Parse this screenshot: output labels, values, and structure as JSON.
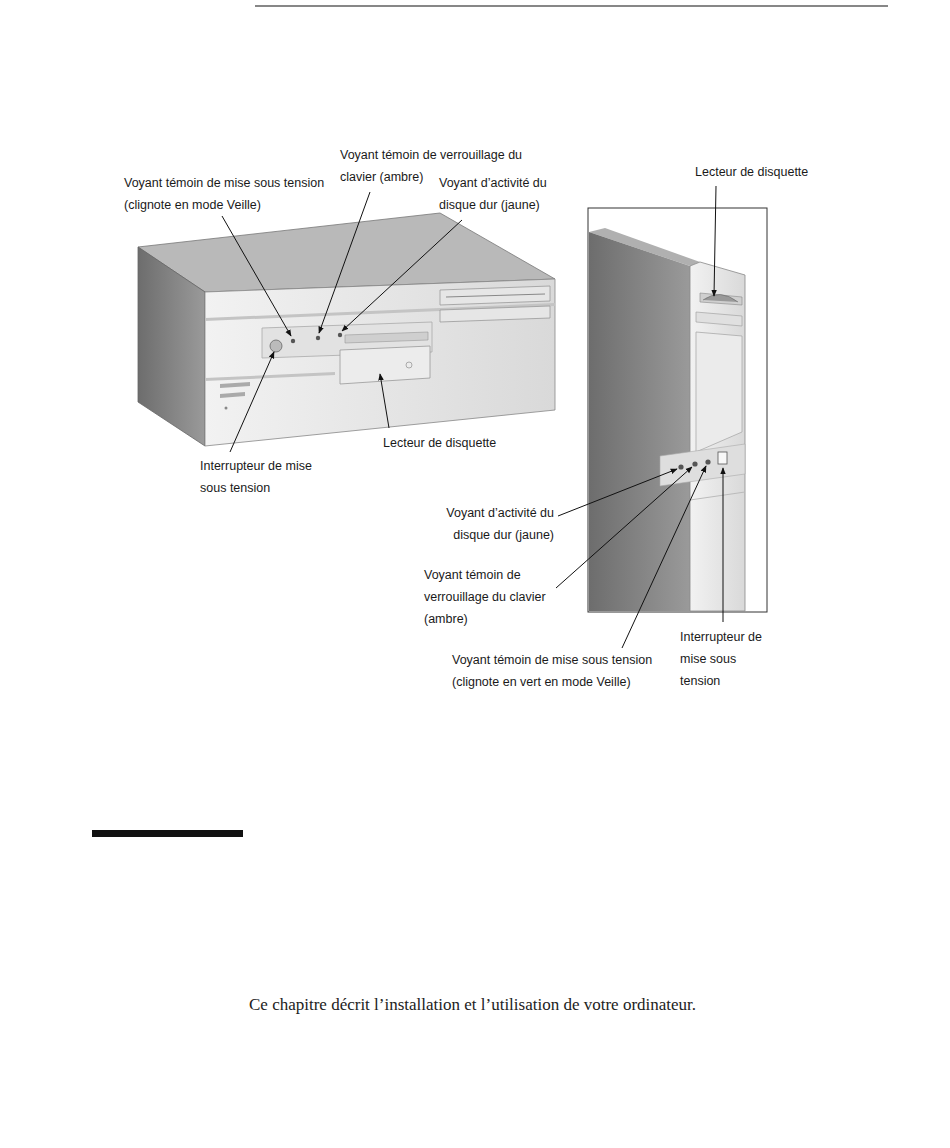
{
  "diagram": {
    "labels": [
      "Voyant témoin de verrouillage du clavier (ambre)",
      "Voyant témoin de mise sous tension (clignote en mode Veille)",
      "Voyant d’activité du disque dur (jaune)",
      "Lecteur de disquette",
      "Lecteur de disquette",
      "Interrupteur de mise sous tension",
      "Voyant d’activité du disque dur (jaune)",
      "Voyant témoin de verrouillage du clavier (ambre)",
      "Voyant témoin de mise sous tension (clignote en vert en mode Veille)",
      "Interrupteur de mise sous tension",
      "Ce chapitre décrit l’installation et l’utilisation de votre ordinateur."
    ]
  }
}
